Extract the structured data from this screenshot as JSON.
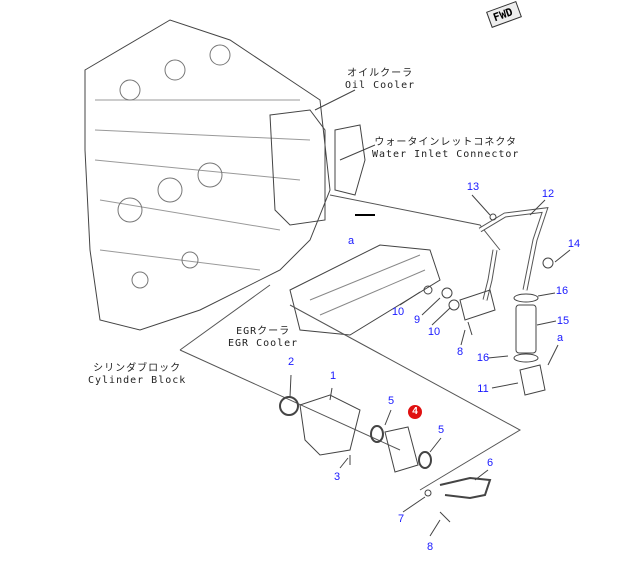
{
  "fwd_label": "FWD",
  "labels": {
    "oil_cooler_jp": "オイルクーラ",
    "oil_cooler_en": "Oil Cooler",
    "water_inlet_jp": "ウォータインレットコネクタ",
    "water_inlet_en": "Water Inlet Connector",
    "egr_cooler_jp": "EGRクーラ",
    "egr_cooler_en": "EGR Cooler",
    "cylinder_block_jp": "シリンダブロック",
    "cylinder_block_en": "Cylinder Block"
  },
  "callouts": [
    "13",
    "12",
    "14",
    "a",
    "16",
    "10",
    "9",
    "10",
    "15",
    "8",
    "16",
    "a",
    "11",
    "2",
    "1",
    "5",
    "4",
    "5",
    "3",
    "6",
    "7",
    "8"
  ],
  "highlight_color": "#e01010",
  "callout_color": "#1a1aff"
}
